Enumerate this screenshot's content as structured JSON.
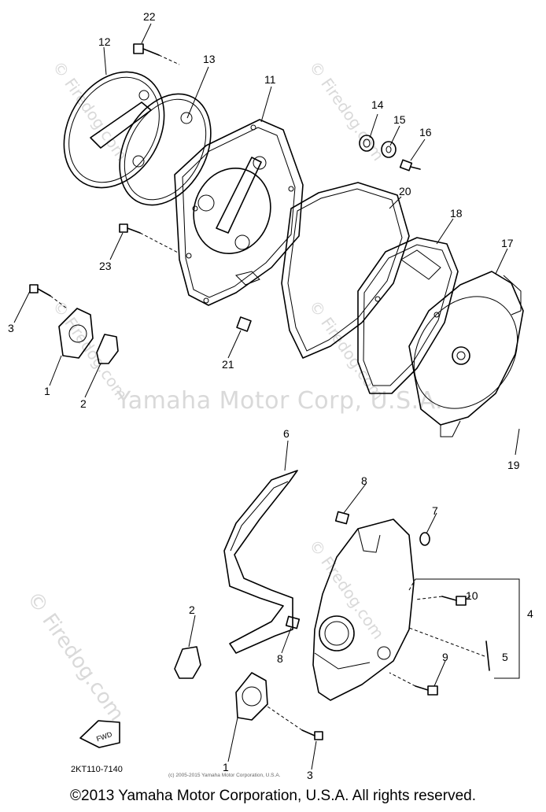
{
  "diagram": {
    "labels": [
      "1",
      "2",
      "3",
      "4",
      "5",
      "6",
      "7",
      "8",
      "9",
      "10",
      "11",
      "12",
      "13",
      "14",
      "15",
      "16",
      "17",
      "18",
      "19",
      "20",
      "21",
      "22",
      "23"
    ],
    "fwd_arrow_text": "FWD",
    "part_code": "2KT110-7140"
  },
  "watermarks": {
    "center": "Yamaha Motor Corp, U.S.A.",
    "firedog": "© Firedog.com",
    "small_copyright": "(c) 2005-2015 Yamaha Motor Corporation, U.S.A."
  },
  "footer": {
    "copyright": "©2013 Yamaha Motor Corporation, U.S.A. All rights reserved."
  }
}
